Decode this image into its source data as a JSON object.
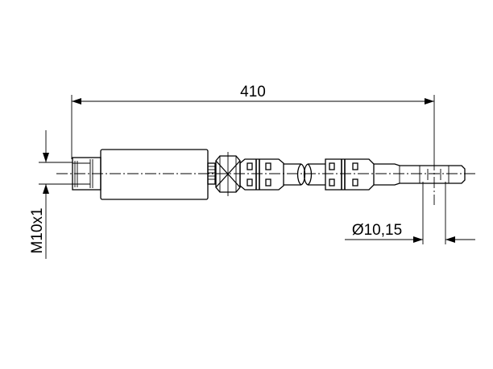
{
  "dimensions": {
    "overall_length": "410",
    "thread_size": "M10x1",
    "tube_diameter": "Ø10,15"
  }
}
